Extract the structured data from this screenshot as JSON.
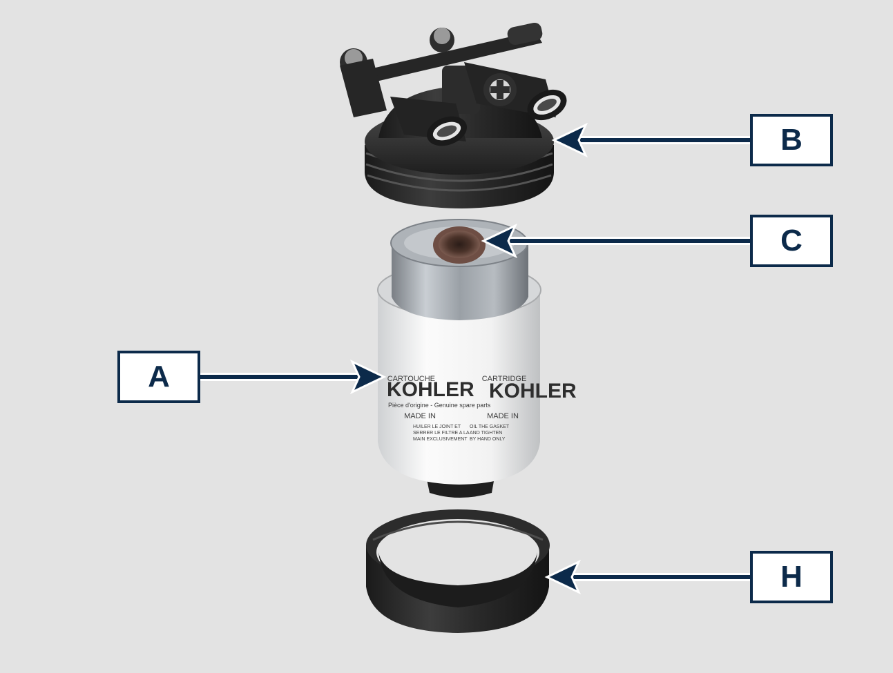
{
  "callouts": {
    "a": "A",
    "b": "B",
    "c": "C",
    "h": "H"
  },
  "cartridge_print": {
    "brand": "KOHLER",
    "left": {
      "heading": "CARTOUCHE",
      "made_in": "MADE IN",
      "line1": "HUILER LE JOINT ET",
      "line2": "SERRER LE FILTRE A LA",
      "line3": "MAIN EXCLUSIVEMENT"
    },
    "right": {
      "heading": "CARTRIDGE",
      "made_in": "MADE IN",
      "line1": "OIL THE GASKET",
      "line2": "AND TIGHTEN",
      "line3": "BY HAND ONLY"
    },
    "center_line": "Pièce d'origine - Genuine spare parts"
  },
  "colors": {
    "background": "#e3e3e3",
    "callout_border": "#0c2a4a",
    "arrow": "#0c2a4a",
    "plastic": "#2a2a2a",
    "cartridge": "#f4f4f4"
  }
}
